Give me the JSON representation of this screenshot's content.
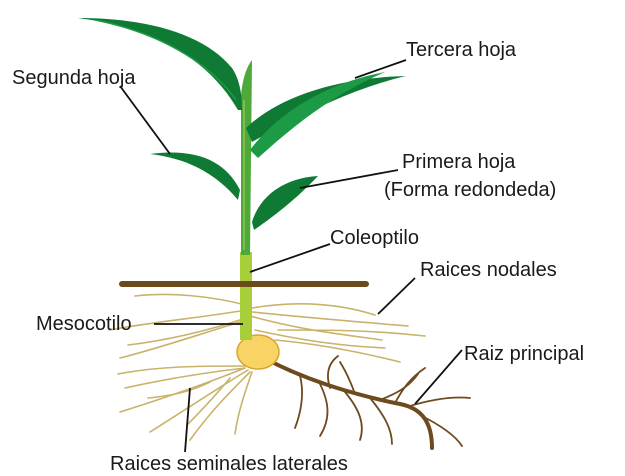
{
  "labels": {
    "tercera_hoja": "Tercera hoja",
    "segunda_hoja": "Segunda hoja",
    "primera_hoja_line1": "Primera hoja",
    "primera_hoja_line2": "(Forma redondeda)",
    "coleoptilo": "Coleoptilo",
    "raices_nodales": "Raices nodales",
    "mesocotilo": "Mesocotilo",
    "raiz_principal": "Raiz principal",
    "raices_seminales_laterales": "Raices seminales laterales"
  },
  "colors": {
    "leaf_dark": "#0f7a34",
    "leaf_mid": "#1d9a45",
    "stem": "#4fa83a",
    "coleoptile": "#a8cf3a",
    "seed": "#f7d463",
    "soil_line": "#6b4a1c",
    "fine_roots": "#c9b36a",
    "main_root": "#6e4a1f"
  }
}
